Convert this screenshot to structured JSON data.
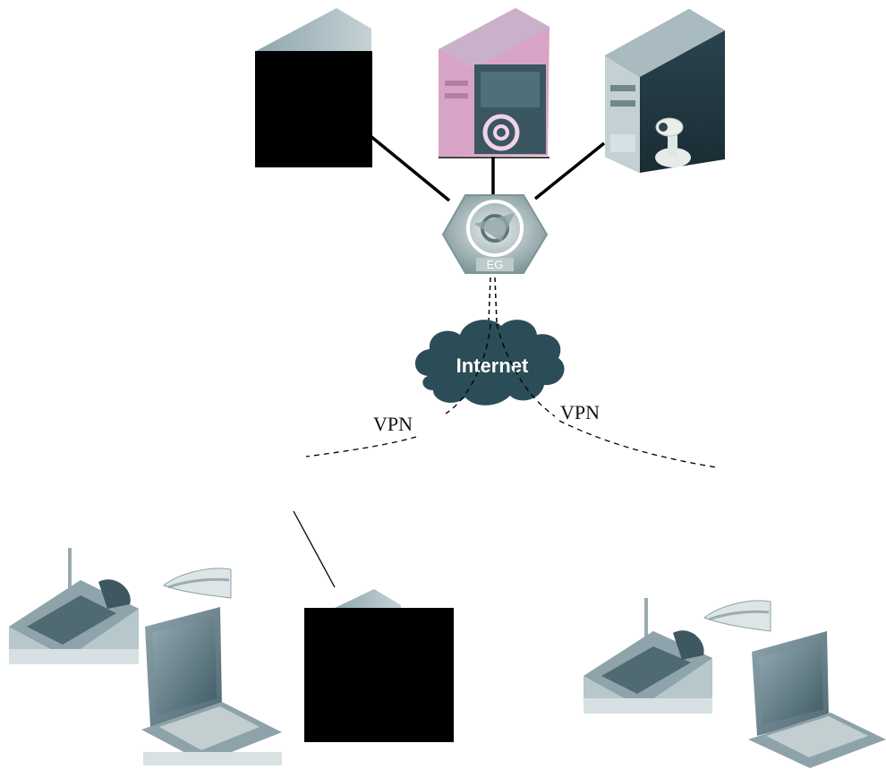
{
  "diagram": {
    "gateway": {
      "label": "EG"
    },
    "cloud": {
      "label": "Internet"
    },
    "links": {
      "vpn_left": "VPN",
      "vpn_right": "VPN"
    }
  },
  "colors": {
    "cloud": "#2b4d57",
    "server_dark": "#1b2a33",
    "server_mid": "#42606c",
    "mail_pink": "#d9a6c7",
    "gateway": "#9fb2b6",
    "laptop": "#5d7985",
    "black_box": "#000000",
    "line": "#000000"
  },
  "icons": [
    "server-icon",
    "mail-server-icon",
    "camera-server-icon",
    "gateway-icon",
    "internet-cloud-icon",
    "wireless-router-icon",
    "laptop-icon",
    "wifi-signal-icon"
  ]
}
